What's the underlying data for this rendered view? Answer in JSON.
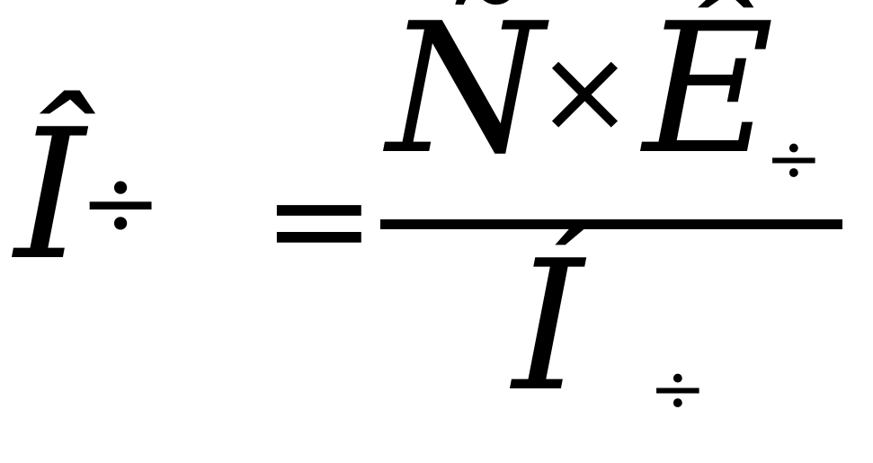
{
  "formula": {
    "lhs_variable": "Î",
    "lhs_subscript": "÷",
    "equals": "=",
    "numerator_first": "Ñ",
    "numerator_operator": "×",
    "numerator_second": "Ê",
    "numerator_subscript": "÷",
    "denominator_variable": "Í",
    "denominator_subscript": "÷"
  }
}
